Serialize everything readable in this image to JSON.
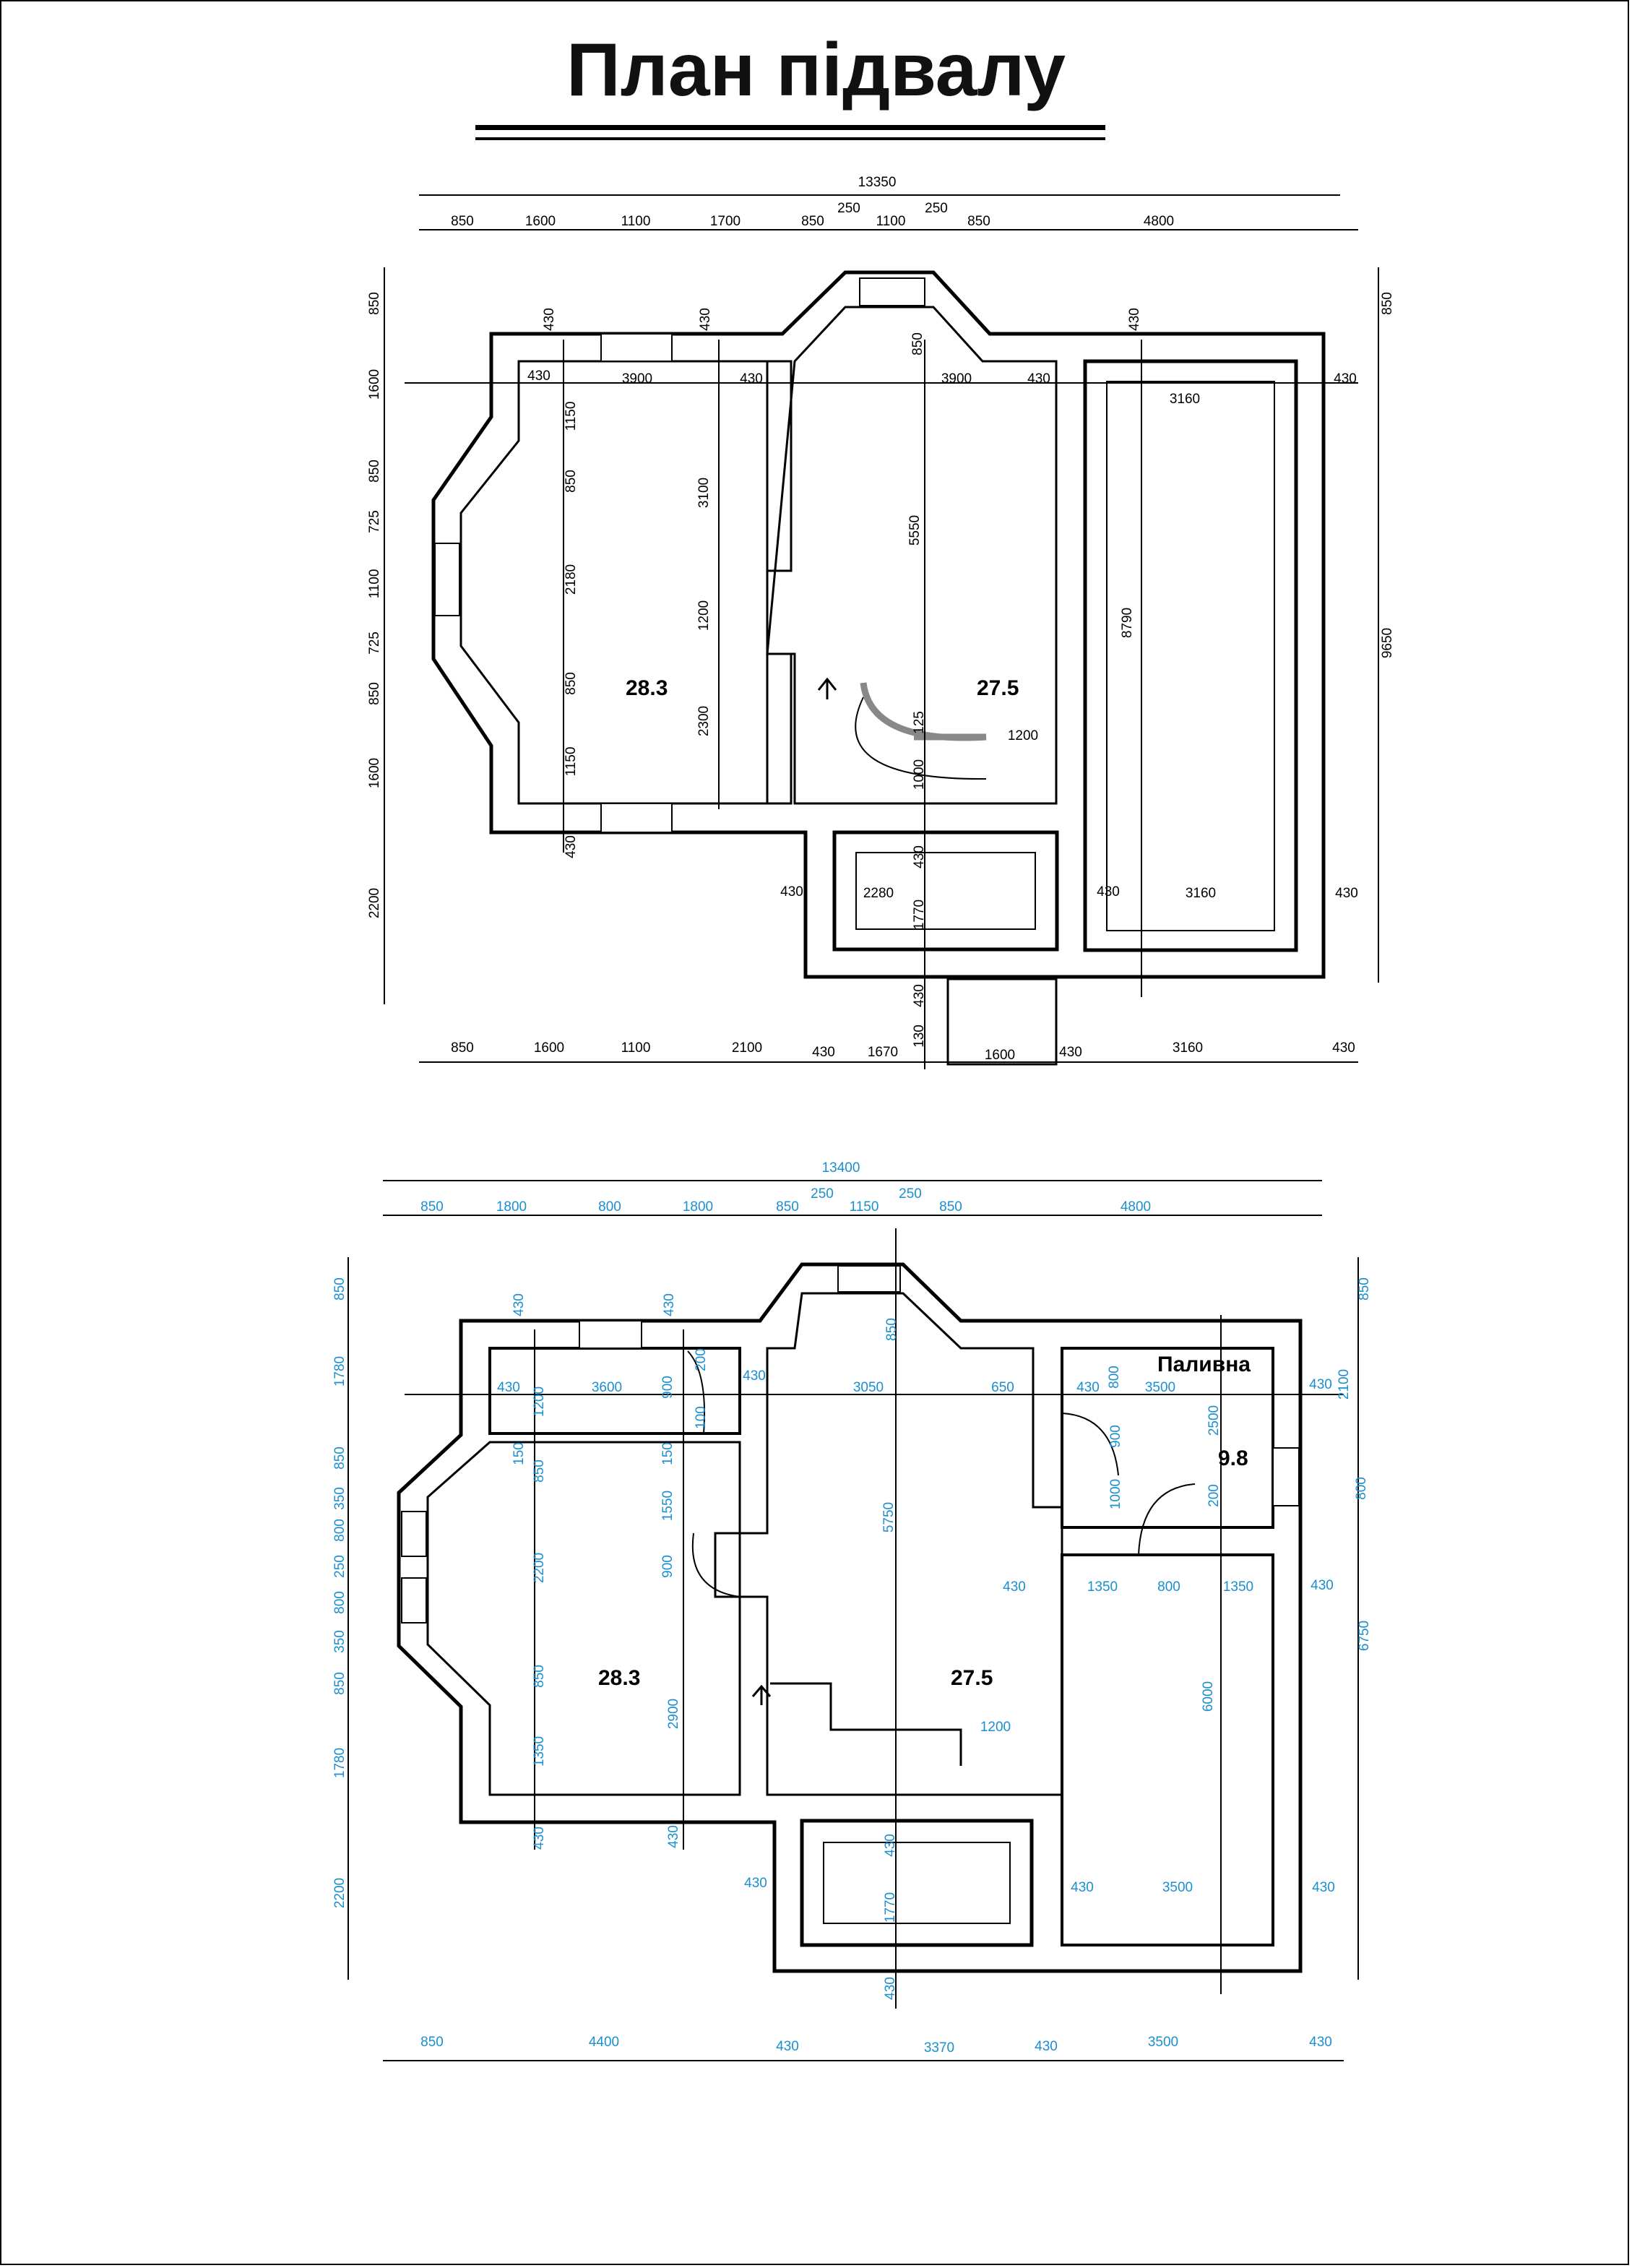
{
  "title": "План підвалу",
  "plan1": {
    "rooms": {
      "left_area": "28.3",
      "right_area": "27.5"
    },
    "dims_top": {
      "overall": "13350",
      "row": [
        "850",
        "1600",
        "1100",
        "1700",
        "850",
        "250",
        "1100",
        "250",
        "850",
        "4800"
      ]
    },
    "dims_bottom": [
      "850",
      "1600",
      "1100",
      "2100",
      "430",
      "1670",
      "1600",
      "430",
      "3160",
      "430"
    ],
    "dims_left": [
      "850",
      "1600",
      "850",
      "725",
      "1100",
      "725",
      "850",
      "1600",
      "2200"
    ],
    "dims_right": {
      "top": "850",
      "overall": "9650"
    },
    "inner": [
      "430",
      "430",
      "850",
      "430",
      "3900",
      "430",
      "3900",
      "430",
      "430",
      "3160",
      "430",
      "1150",
      "850",
      "2180",
      "850",
      "1150",
      "3100",
      "1200",
      "2300",
      "5550",
      "8790",
      "1200",
      "125",
      "1000",
      "430",
      "2280",
      "430",
      "1770",
      "430",
      "3160",
      "430",
      "430",
      "130",
      "430"
    ]
  },
  "plan2": {
    "rooms": {
      "left_area": "28.3",
      "right_area": "27.5",
      "small_area": "9.8",
      "room_label": "Паливна"
    },
    "dims_top": {
      "overall": "13400",
      "row": [
        "850",
        "1800",
        "800",
        "1800",
        "850",
        "250",
        "1150",
        "250",
        "850",
        "4800"
      ]
    },
    "dims_bottom": [
      "850",
      "4400",
      "430",
      "3370",
      "430",
      "3500",
      "430"
    ],
    "dims_left": [
      "850",
      "1780",
      "850",
      "350",
      "800",
      "250",
      "800",
      "350",
      "850",
      "1780",
      "2200"
    ],
    "dims_right": [
      "850",
      "2100",
      "800",
      "6750"
    ],
    "inner": [
      "430",
      "430",
      "850",
      "430",
      "3600",
      "900",
      "200",
      "100",
      "430",
      "3050",
      "650",
      "430",
      "3500",
      "430",
      "1200",
      "150",
      "850",
      "150",
      "1550",
      "900",
      "2200",
      "850",
      "1350",
      "2900",
      "5750",
      "430",
      "430",
      "800",
      "900",
      "2500",
      "1000",
      "200",
      "430",
      "1350",
      "800",
      "1350",
      "430",
      "6000",
      "1200",
      "430",
      "430",
      "3500",
      "430",
      "1770",
      "430",
      "430"
    ]
  }
}
